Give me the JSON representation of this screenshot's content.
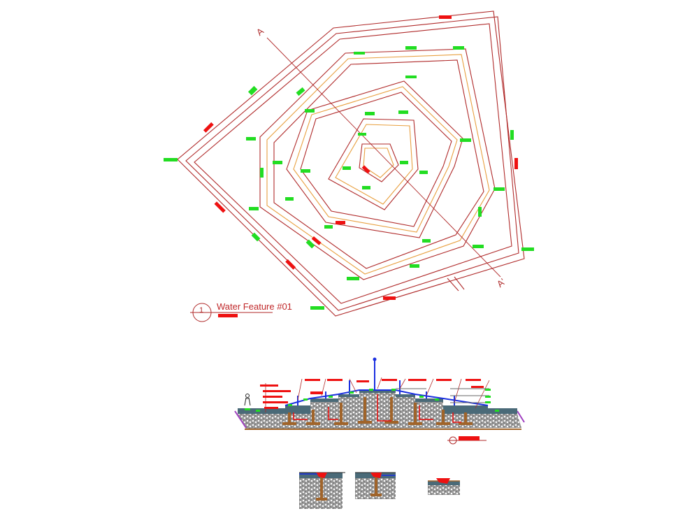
{
  "drawing": {
    "title": "Water Feature #01",
    "detail_number": "1",
    "section_cut_start": "A",
    "section_cut_end": "A'",
    "views": [
      "plan",
      "section",
      "details"
    ]
  },
  "colors": {
    "outline": "#b02a2a",
    "inner_edge": "#e8a040",
    "tag_green": "#22dd22",
    "tag_red": "#ee1111",
    "water_blue": "#1a2fe0",
    "slab": "#4a6a78",
    "gravel": "#8a8a8a",
    "wood": "#a0642a",
    "soil": "#a040c0"
  }
}
